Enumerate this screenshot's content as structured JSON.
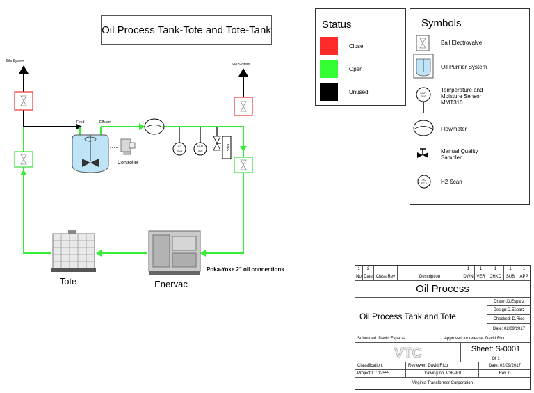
{
  "diagram": {
    "title": "Oil Process Tank-Tote and Tote-Tank",
    "silo_left": "Silo System",
    "silo_right": "Silo System",
    "feed": "Feed",
    "effluent": "Effluent",
    "controller": "Controller",
    "h2_sensor": "H2\nSCA",
    "mmt_sensor": "MMT\n310",
    "sampler": "OAS",
    "tote": "Tote",
    "enervac": "Enervac",
    "pokayoke": "Poka-Yoke 2\" oil connections"
  },
  "status": {
    "title": "Status",
    "items": [
      {
        "label": "Close",
        "color": "#ff2a2a"
      },
      {
        "label": "Open",
        "color": "#33ff33"
      },
      {
        "label": "Unused",
        "color": "#000000"
      }
    ]
  },
  "symbols": {
    "title": "Symbols",
    "items": [
      {
        "label": "Ball Electrovalve",
        "icon": "ball-valve-icon"
      },
      {
        "label": "Oil Purifier System",
        "icon": "oil-purifier-icon"
      },
      {
        "label": "Temperature and\nMoisture Sensor\nMMT310",
        "icon": "temp-moisture-sensor-icon"
      },
      {
        "label": "Flowmeter",
        "icon": "flowmeter-icon"
      },
      {
        "label": "Manual Quality\nSampler",
        "icon": "manual-sampler-icon"
      },
      {
        "label": "H2 Scan",
        "icon": "h2-scan-icon"
      }
    ]
  },
  "title_block": {
    "rev_row": [
      "1",
      "2",
      "",
      "",
      "1",
      "1",
      "1",
      "1",
      "1"
    ],
    "header_row": [
      "No",
      "Date",
      "Class Rev",
      "Description",
      "DWN",
      "VER",
      "CHKD",
      "SUB",
      "APP"
    ],
    "process": "Oil Process",
    "drawing_title": "Oil Process Tank and Tote",
    "drawn": "Drawn:D.Esparz",
    "design": "Design:D.Esparz",
    "checked": "Checked: D.Rico",
    "date": "Date: 02/09/2017",
    "submitted": "Submitted: David Esparza",
    "approved": "Approved for release: David Rico",
    "logo_text": "VTC",
    "sheet": "Sheet:   S-0001",
    "of": "Of 1",
    "classification": "Classification:",
    "reviewer": "Reviewer: David Rico",
    "date2": "Date: 02/09/2017",
    "project": "Project ID: 12555",
    "drawing_no": "Drawing no. V36-901",
    "rev": "Rev. 0",
    "company": "Virginia Transformer Corporation"
  }
}
